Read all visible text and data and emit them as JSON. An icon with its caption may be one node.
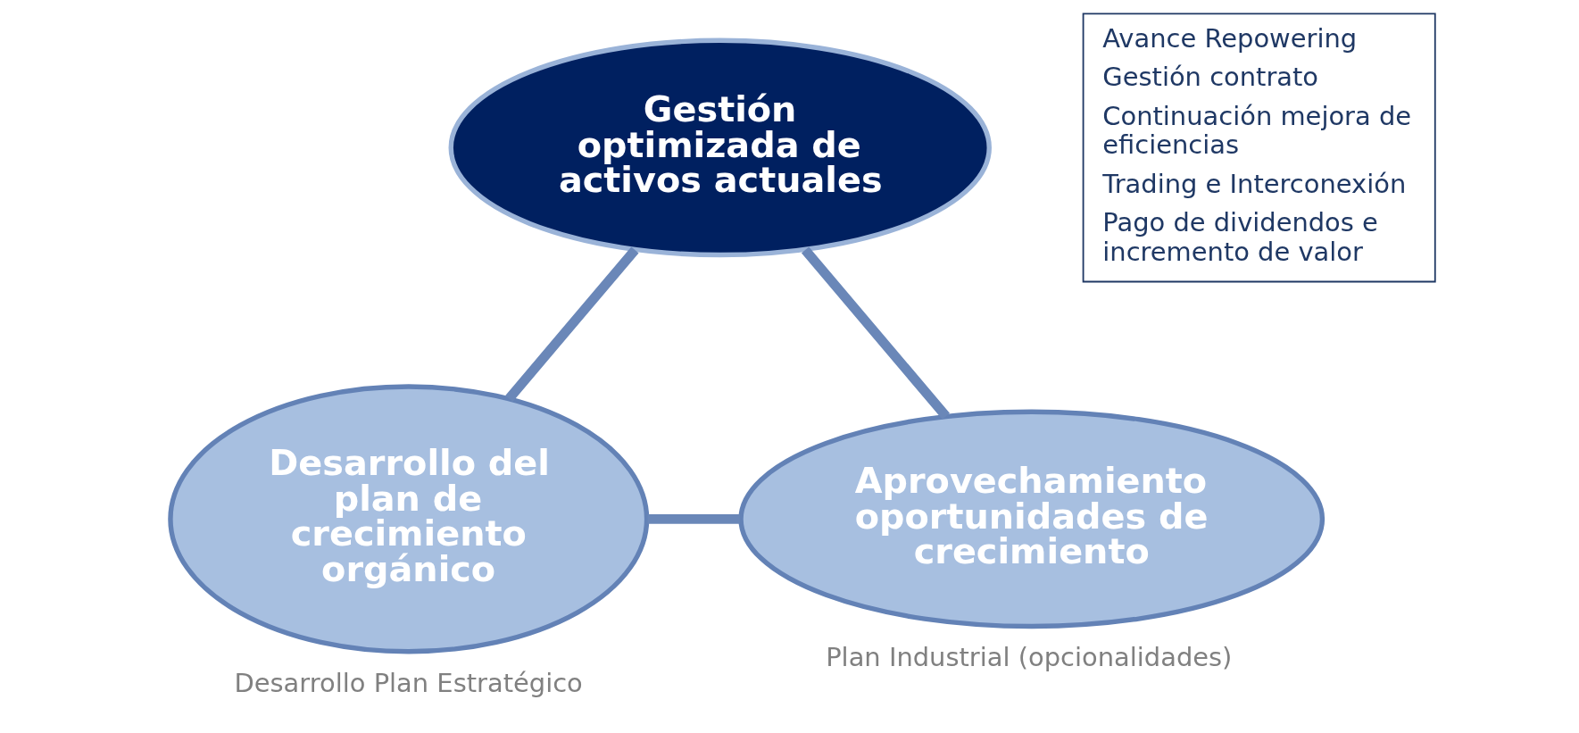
{
  "diagram": {
    "nodes": [
      {
        "text": [
          "Gestión optimizada de activos actuales"
        ]
      },
      {
        "text": [
          "Desarrollo del plan de crecimiento orgánico"
        ],
        "beside": [
          "Desarrollo Plan Estratégico"
        ]
      },
      {
        "text": [
          "Aprovechamiento oportunidades de crecimiento"
        ],
        "beside": [
          "Plan Industrial (opcionalidades)"
        ]
      },
      {
        "text": [
          "Avance Repowering",
          "Gestión contrato",
          "Continuación mejora de eficiencias",
          "Trading e Interconexión",
          "Pago de dividendos e incremento de valor"
        ]
      }
    ],
    "edges": [
      {
        "from": 0,
        "to": 1,
        "arrow": "none"
      },
      {
        "from": 0,
        "to": 2,
        "arrow": "none"
      },
      {
        "from": 1,
        "to": 2,
        "arrow": "none"
      }
    ]
  }
}
